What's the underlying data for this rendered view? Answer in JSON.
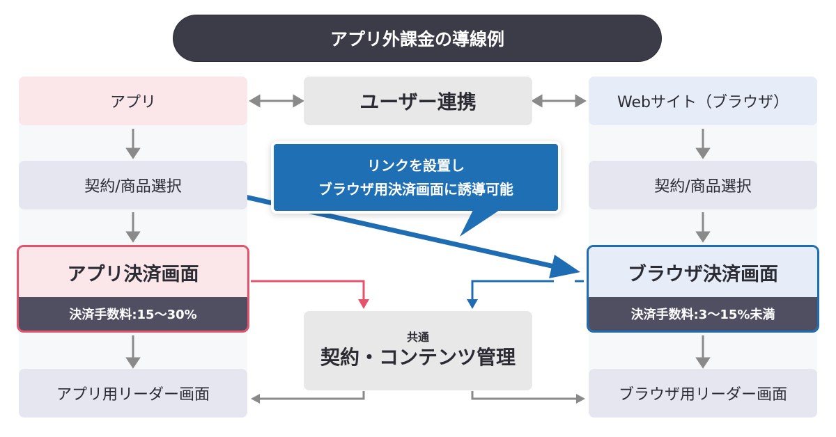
{
  "title": "アプリ外課金の導線例",
  "left": {
    "app": "アプリ",
    "select": "契約/商品選択",
    "payment": "アプリ決済画面",
    "fee": "決済手数料:15〜30%",
    "reader": "アプリ用リーダー画面"
  },
  "center": {
    "link": "ユーザー連携",
    "common_small": "共通",
    "common_big": "契約・コンテンツ管理"
  },
  "callout": {
    "line1": "リンクを設置し",
    "line2": "ブラウザ用決済画面に誘導可能"
  },
  "right": {
    "web": "Webサイト（ブラウザ）",
    "select": "契約/商品選択",
    "payment": "ブラウザ決済画面",
    "fee": "決済手数料:3〜15%未満",
    "reader": "ブラウザ用リーダー画面"
  },
  "colors": {
    "pink_accent": "#e4536c",
    "blue_accent": "#1e6cb1",
    "dark_band": "#4f4f61",
    "arrow_grey": "#8a8a8a"
  }
}
